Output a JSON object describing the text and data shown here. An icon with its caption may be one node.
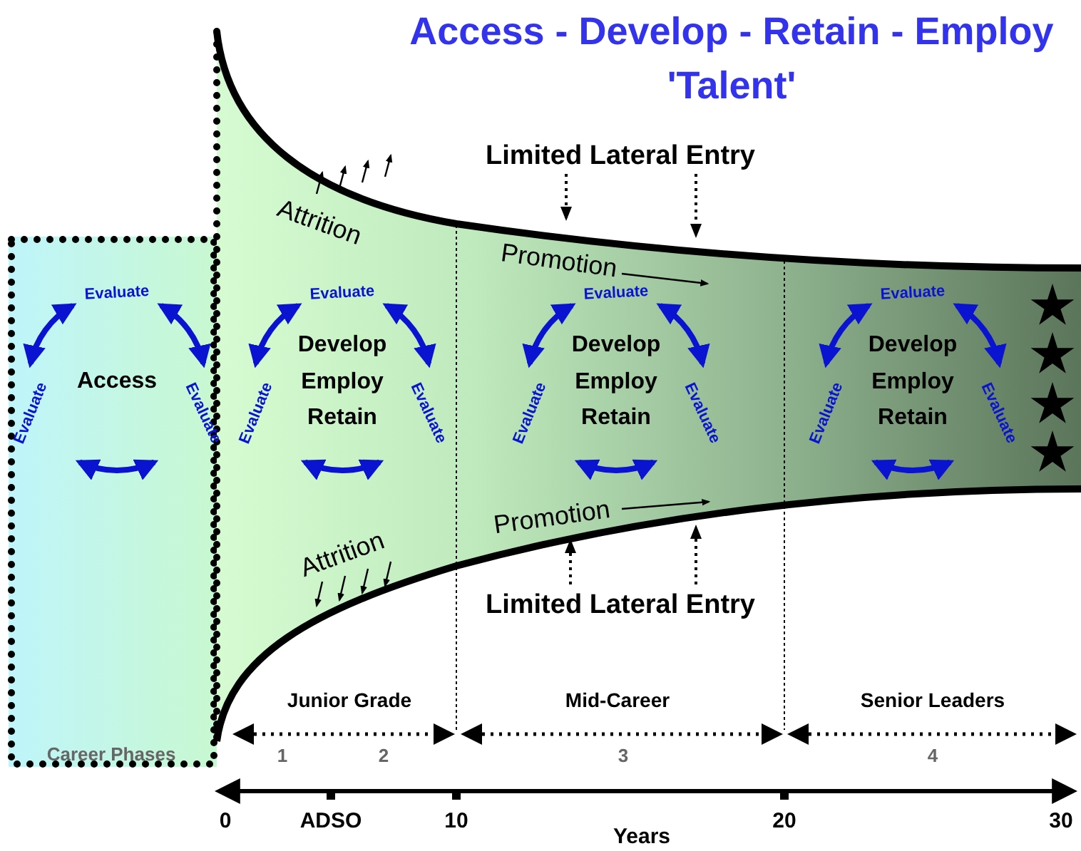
{
  "diagram": {
    "title": "Access - Develop - Retain - Employ 'Talent'",
    "labels": [
      "Limited Lateral Entry",
      "Attrition",
      "Promotion",
      "Evaluate",
      "Evaluate",
      "Evaluate",
      "Access",
      "Evaluate",
      "Evaluate",
      "Evaluate",
      "Develop Employ Retain",
      "Evaluate",
      "Evaluate",
      "Evaluate",
      "Develop Employ Retain",
      "Evaluate",
      "Evaluate",
      "Evaluate",
      "Develop Employ Retain",
      "Promotion",
      "Attrition",
      "Limited Lateral Entry",
      "Junior Grade",
      "Mid-Career",
      "Senior Leaders",
      "Career Phases",
      "1",
      "2",
      "3",
      "4",
      "0",
      "ADSO",
      "10",
      "20",
      "30",
      "Years"
    ]
  }
}
